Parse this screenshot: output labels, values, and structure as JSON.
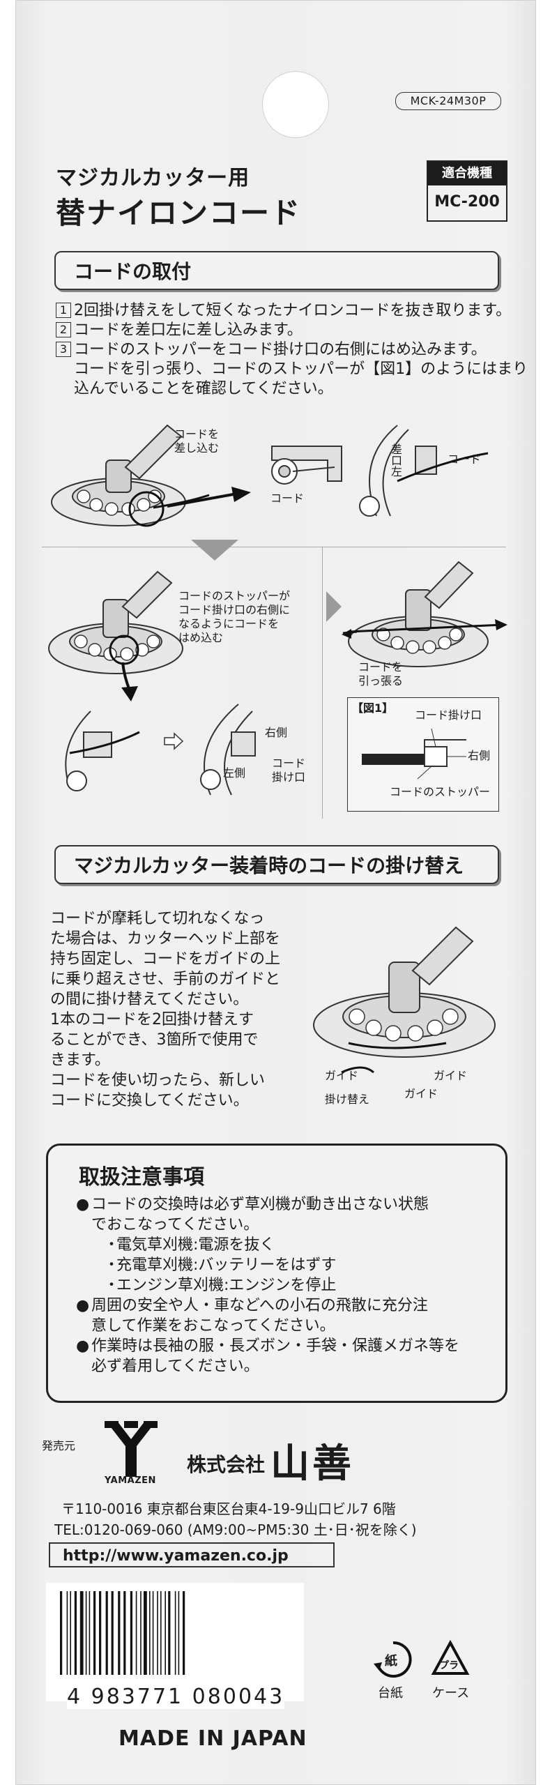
{
  "model_code": "MCK-24M30P",
  "product": {
    "subtitle": "マジカルカッター用",
    "title": "替ナイロンコード"
  },
  "compat": {
    "header": "適合機種",
    "model": "MC-200"
  },
  "section1": {
    "heading": "コードの取付",
    "steps": [
      {
        "num": "1",
        "text": "2回掛け替えをして短くなったナイロンコードを抜き取ります。"
      },
      {
        "num": "2",
        "text": "コードを差口左に差し込みます。"
      },
      {
        "num": "3",
        "text": "コードのストッパーをコード掛け口の右側にはめ込みます。",
        "cont": [
          "コードを引っ張り、コードのストッパーが【図1】のようにはまり",
          "込んでいることを確認してください。"
        ]
      }
    ],
    "labels": {
      "insert_line1": "コードを",
      "insert_line2": "差し込む",
      "code1": "コード",
      "sashiguchi": "差口左",
      "code2": "コード",
      "stopper_l1": "コードのストッパーが",
      "stopper_l2": "コード掛け口の右側に",
      "stopper_l3": "なるようにコードを",
      "stopper_l4": "はめ込む",
      "pull_l1": "コードを",
      "pull_l2": "引っ張る",
      "fig1": "【図1】",
      "fig_kakeguchi": "コード掛け口",
      "fig_right": "右側",
      "fig_stopper": "コードのストッパー",
      "right": "右側",
      "left": "左側",
      "code3": "コード",
      "kakeguchi": "掛け口"
    }
  },
  "section2": {
    "heading": "マジカルカッター装着時のコードの掛け替え",
    "body": [
      "コードが摩耗して切れなくなっ",
      "た場合は、カッターヘッド上部を",
      "持ち固定し、コードをガイドの上",
      "に乗り超えさせ、手前のガイドと",
      "の間に掛け替えてください。",
      "1本のコードを2回掛け替えす",
      "ることができ、3箇所で使用で",
      "きます。",
      "コードを使い切ったら、新しい",
      "コードに交換してください。"
    ],
    "labels": {
      "guide": "ガイド",
      "guide2": "ガイド",
      "guide3": "ガイド",
      "kakekae": "掛け替え"
    }
  },
  "caution": {
    "heading": "取扱注意事項",
    "items": [
      {
        "bullet": "●",
        "lines": [
          "コードの交換時は必ず草刈機が動き出さない状態",
          "でおこなってください。"
        ]
      },
      {
        "bullet": "・",
        "sub": true,
        "lines": [
          "電気草刈機:電源を抜く"
        ]
      },
      {
        "bullet": "・",
        "sub": true,
        "lines": [
          "充電草刈機:バッテリーをはずす"
        ]
      },
      {
        "bullet": "・",
        "sub": true,
        "lines": [
          "エンジン草刈機:エンジンを停止"
        ]
      },
      {
        "bullet": "●",
        "lines": [
          "周囲の安全や人・車などへの小石の飛散に充分注",
          "意して作業をおこなってください。"
        ]
      },
      {
        "bullet": "●",
        "lines": [
          "作業時は長袖の服・長ズボン・手袋・保護メガネ等を",
          "必ず着用してください。"
        ]
      }
    ]
  },
  "company": {
    "seller_label": "発売元",
    "logo_text": "YAMAZEN",
    "prefix": "株式会社",
    "name": "山善",
    "address": "〒110-0016 東京都台東区台東4-19-9山口ビル7 6階",
    "tel": "TEL:0120-069-060 (AM9:00~PM5:30 土･日･祝を除く)",
    "url": "http://www.yamazen.co.jp"
  },
  "barcode": {
    "number": "4 983771 080043"
  },
  "made_in": "MADE IN JAPAN",
  "recycle": {
    "paper_glyph": "紙",
    "paper_label": "台紙",
    "plastic_glyph": "プラ",
    "plastic_label": "ケース"
  }
}
